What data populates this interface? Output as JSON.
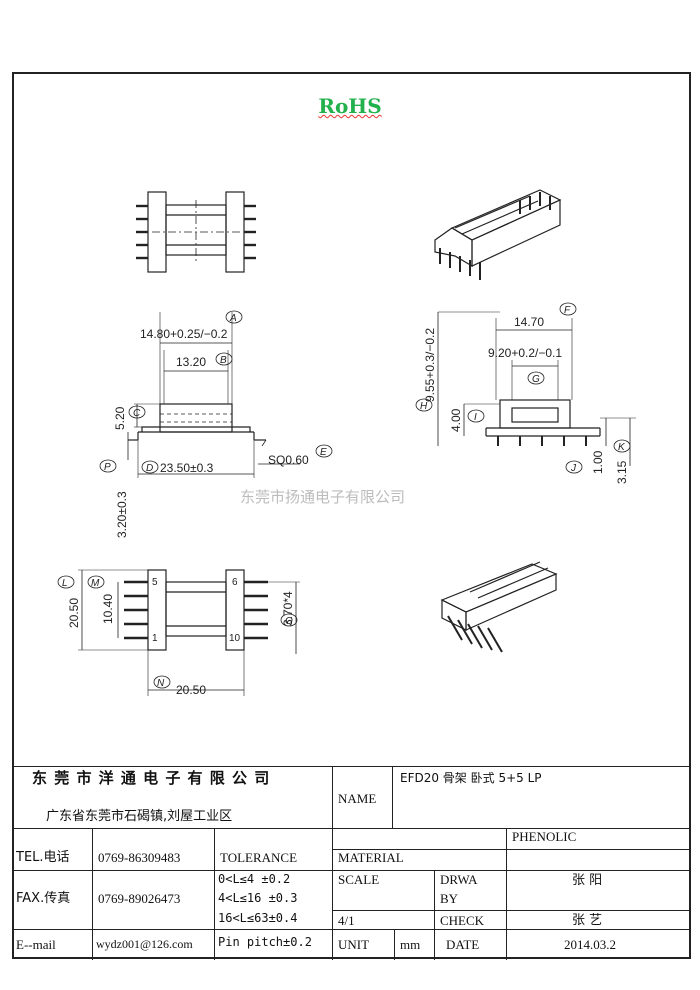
{
  "header": {
    "rohs": "RoHS"
  },
  "watermark": "东莞市扬通电子有限公司",
  "dims": {
    "a": "14.80+0.25/−0.2",
    "b": "13.20",
    "c": "5.20",
    "d": "23.50±0.3",
    "e": "SQ0.60",
    "p": "3.20±0.3",
    "f": "14.70",
    "g": "9.20+0.2/−0.1",
    "h": "9.55+0.3/−0.2",
    "i": "4.00",
    "j": "1.00",
    "k": "3.15",
    "l": "20.50",
    "m": "10.40",
    "n": "20.50",
    "o": "3.70*4"
  },
  "balloons": {
    "a": "A",
    "b": "B",
    "c": "C",
    "d": "D",
    "e": "E",
    "f": "F",
    "g": "G",
    "h": "H",
    "i": "I",
    "j": "J",
    "k": "K",
    "l": "L",
    "m": "M",
    "n": "N",
    "o": "O",
    "p": "P"
  },
  "pins": {
    "p5": "5",
    "p1": "1",
    "p6": "6",
    "p10": "10"
  },
  "titleblock": {
    "company": "东 莞 市 洋 通 电 子 有 限 公 司",
    "address": "广东省东莞市石碣镇,刘屋工业区",
    "name_label": "NAME",
    "name_value": "EFD20 骨架  卧式 5+5 LP",
    "tel_label": "TEL.电话",
    "tel_value": "0769-86309483",
    "fax_label": "FAX.传真",
    "fax_value": "0769-89026473",
    "email_label": "E--mail",
    "email_value": "wydz001@126.com",
    "tolerance_label": "TOLERANCE",
    "tol1": "0<L≤4   ±0.2",
    "tol2": "4<L≤16  ±0.3",
    "tol3": "16<L≤63±0.4",
    "tol4": "Pin pitch±0.2",
    "material_label": "MATERIAL",
    "material_value": "PHENOLIC",
    "scale_label": "SCALE",
    "scale_value": "4/1",
    "drawn_label1": "DRWA",
    "drawn_label2": "BY",
    "drawn_value": "张 阳",
    "check_label": "CHECK",
    "check_value": "张 艺",
    "unit_label": "UNIT",
    "unit_value": "mm",
    "date_label": "DATE",
    "date_value": "2014.03.2"
  }
}
